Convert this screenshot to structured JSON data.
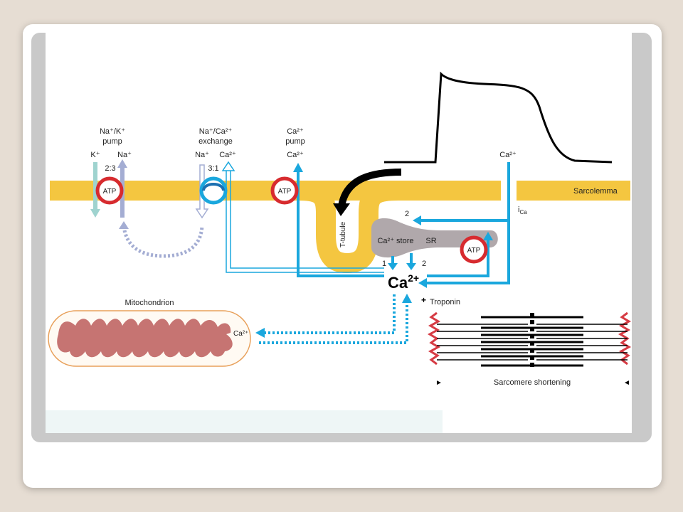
{
  "labels": {
    "nak_pump": [
      "Na⁺/K⁺",
      "pump"
    ],
    "k": "K⁺",
    "na": "Na⁺",
    "ratio_23": "2:3",
    "exchange": [
      "Na⁺/Ca²⁺",
      "exchange"
    ],
    "ex_na": "Na⁺",
    "ex_ca": "Ca²⁺",
    "ratio_31": "3:1",
    "ca_pump": [
      "Ca²⁺",
      "pump",
      "Ca²⁺"
    ],
    "ica_ca": "Ca²⁺",
    "ica": "i",
    "ica_sub": "Ca",
    "sarcolemma": "Sarcolemma",
    "t_tubule": "T-tubule",
    "sr_store": "Ca²⁺ store",
    "sr": "SR",
    "atp": "ATP",
    "num_1": "1",
    "num_2": "2",
    "num_2b": "2",
    "ca_main": "Ca",
    "ca_main_sup": "2+",
    "plus": "+",
    "troponin": "Troponin",
    "mitochondrion": "Mitochondrion",
    "mito_ca": "Ca²⁺",
    "sarcomere_shortening": "Sarcomere shortening",
    "arrow_left": "►",
    "arrow_right": "◄"
  },
  "colors": {
    "membrane": "#f4c640",
    "cyan": "#1aa7dd",
    "lavender": "#a4add3",
    "teal": "#9fd3cf",
    "sr": "#b0a8ab",
    "atp_ring": "#d72b2f",
    "mito": "#c67472",
    "mito_outline": "#e8a05a",
    "zline": "#d63b44"
  }
}
